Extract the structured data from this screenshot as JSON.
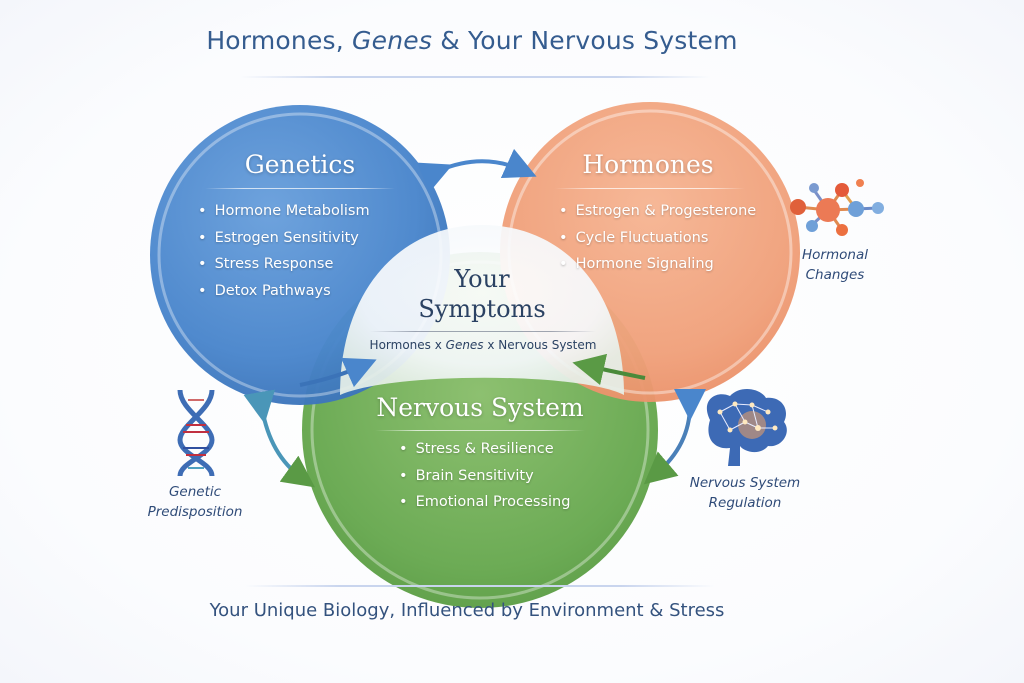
{
  "title": {
    "part1": "Hormones, ",
    "part2": "Genes",
    "part3": " & Your Nervous System"
  },
  "circles": {
    "genetics": {
      "heading": "Genetics",
      "color": "#4a86cc",
      "items": [
        "Hormone Metabolism",
        "Estrogen Sensitivity",
        "Stress Response",
        "Detox Pathways"
      ]
    },
    "hormones": {
      "heading": "Hormones",
      "color": "#f0a07a",
      "items": [
        "Estrogen & Progesterone",
        "Cycle Fluctuations",
        "Hormone Signaling"
      ]
    },
    "nervous": {
      "heading": "Nervous System",
      "color": "#6cab55",
      "items": [
        "Stress & Resilience",
        "Brain Sensitivity",
        "Emotional Processing"
      ]
    }
  },
  "center": {
    "title_line1": "Your",
    "title_line2": "Symptoms",
    "sub_part1": "Hormones x ",
    "sub_part2": "Genes",
    "sub_part3": " x Nervous System"
  },
  "side_labels": {
    "hormonal": {
      "line1": "Hormonal",
      "line2": "Changes",
      "icon": "molecule-icon"
    },
    "genetic": {
      "line1": "Genetic",
      "line2": "Predisposition",
      "icon": "dna-icon"
    },
    "nervous": {
      "line1": "Nervous System",
      "line2": "Regulation",
      "icon": "brain-icon"
    }
  },
  "footer": "Your Unique Biology, Influenced by Environment & Stress",
  "colors": {
    "title": "#355c8f",
    "blue": "#4a86cc",
    "orange": "#f0a07a",
    "green": "#6cab55"
  }
}
